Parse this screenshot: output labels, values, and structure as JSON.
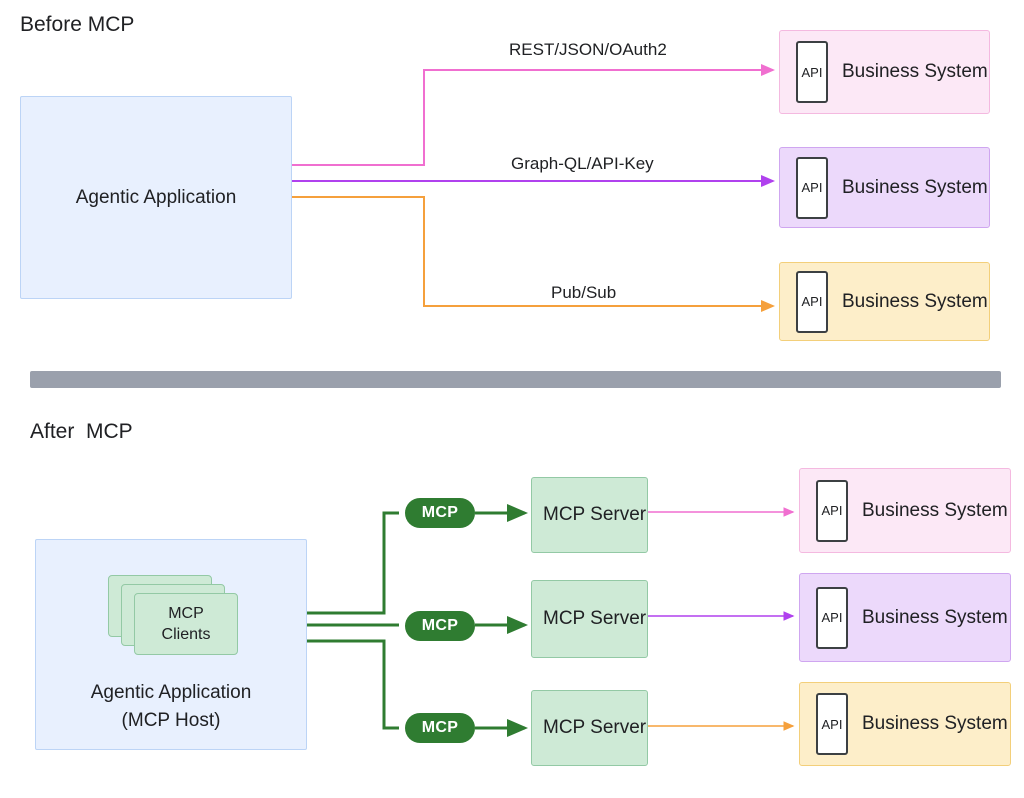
{
  "sections": {
    "before": {
      "title": "Before MCP"
    },
    "after": {
      "title": "After  MCP"
    }
  },
  "colors": {
    "pink": "#f06fd0",
    "purple": "#b041ee",
    "orange": "#f5a03c",
    "green": "#2f7c31",
    "green_light_fill": "#ceead6",
    "green_light_border": "#93c9a5",
    "blue_fill": "#e8f0fe",
    "blue_border": "#bcd4f6",
    "pink_fill": "#fce8f6",
    "pink_border": "#f4b9e0",
    "purple_fill": "#ecd9fb",
    "purple_border": "#cfa6f0",
    "amber_fill": "#fdeec9",
    "amber_border": "#f3cf7a",
    "divider_gray": "#9aa0ac"
  },
  "before": {
    "agentic_application": {
      "label": "Agentic Application"
    },
    "connections": [
      {
        "protocol_label": "REST/JSON/OAuth2",
        "color": "#f06fd0"
      },
      {
        "protocol_label": "Graph-QL/API-Key",
        "color": "#b041ee"
      },
      {
        "protocol_label": "Pub/Sub",
        "color": "#f5a03c"
      }
    ],
    "business_systems": [
      {
        "api_label": "API",
        "label": "Business System",
        "theme": "pink"
      },
      {
        "api_label": "API",
        "label": "Business System",
        "theme": "purple"
      },
      {
        "api_label": "API",
        "label": "Business System",
        "theme": "amber"
      }
    ]
  },
  "after": {
    "agentic_application": {
      "label": "Agentic Application\n(MCP Host)"
    },
    "mcp_clients": {
      "label": "MCP\nClients",
      "stack_count": 3
    },
    "mcp_pills": [
      {
        "label": "MCP"
      },
      {
        "label": "MCP"
      },
      {
        "label": "MCP"
      }
    ],
    "mcp_servers": [
      {
        "label": "MCP Server"
      },
      {
        "label": "MCP Server"
      },
      {
        "label": "MCP Server"
      }
    ],
    "business_systems": [
      {
        "api_label": "API",
        "label": "Business System",
        "theme": "pink"
      },
      {
        "api_label": "API",
        "label": "Business System",
        "theme": "purple"
      },
      {
        "api_label": "API",
        "label": "Business System",
        "theme": "amber"
      }
    ]
  }
}
